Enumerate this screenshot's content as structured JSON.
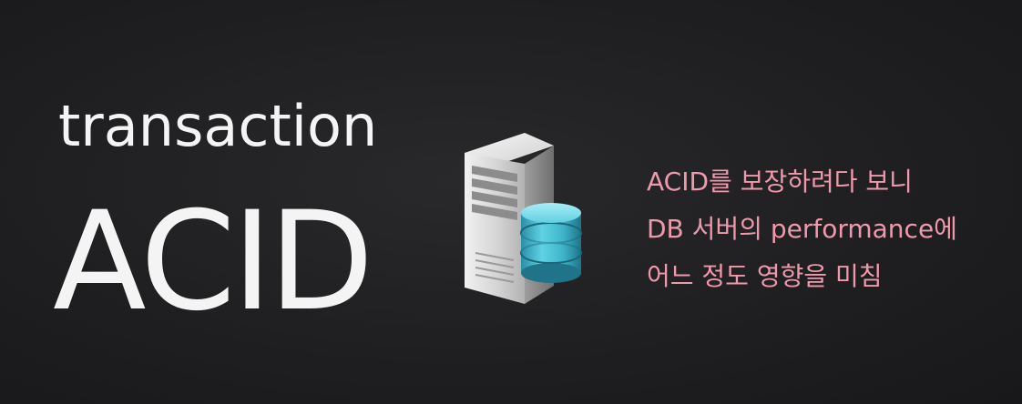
{
  "slide": {
    "subtitle": "transaction",
    "title": "ACID",
    "server_icon": "database-server-icon",
    "note_lines": [
      "ACID를 보장하려다 보니",
      "DB 서버의 performance에",
      "어느 정도 영향을 미침"
    ]
  },
  "colors": {
    "background": "#1f1f21",
    "heading_text": "#f4f4f4",
    "note_text": "#ef9aab",
    "database_accent": "#4fc3d6"
  }
}
